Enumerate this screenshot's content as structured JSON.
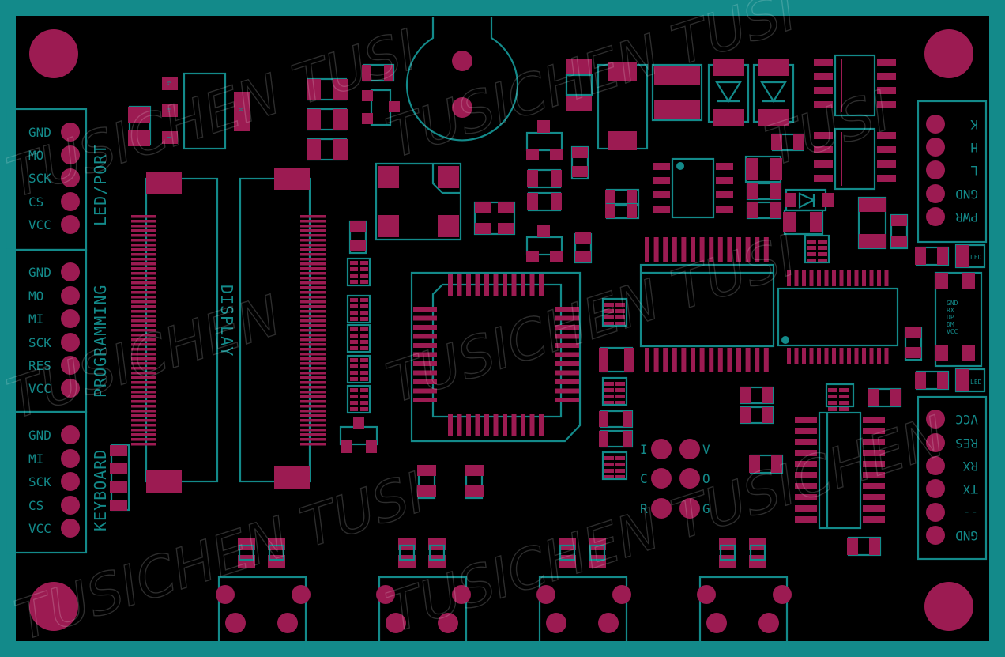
{
  "headers": {
    "led_port": {
      "title": "LED/PORT",
      "pins": [
        "GND",
        "MO",
        "SCK",
        "CS",
        "VCC"
      ]
    },
    "programming": {
      "title": "PROGRAMMING",
      "pins": [
        "GND",
        "MO",
        "MI",
        "SCK",
        "RES",
        "VCC"
      ]
    },
    "keyboard": {
      "title": "KEYBOARD",
      "pins": [
        "GND",
        "MI",
        "SCK",
        "CS",
        "VCC"
      ]
    },
    "power_right": {
      "pins": [
        "K",
        "H",
        "L",
        "GND",
        "PWR"
      ]
    },
    "serial_right": {
      "pins": [
        "VCC",
        "RES",
        "RX",
        "TX",
        "--",
        "GND"
      ]
    }
  },
  "display_label": "DISPLAY",
  "rgb_labels": {
    "left": [
      "I",
      "C",
      "R"
    ],
    "right": [
      "V",
      "O",
      "G"
    ]
  },
  "led_labels": [
    "LED",
    "LED"
  ],
  "small_labels": {
    "chip_marks": [
      "G",
      "D",
      "I"
    ],
    "resistor_mark": "0",
    "ic_pins": [
      "GND",
      "RX",
      "DP",
      "DM",
      "VCC"
    ]
  },
  "colors": {
    "silkscreen": "#138a8a",
    "copper_pad": "#9c1b52",
    "background": "#000000"
  }
}
